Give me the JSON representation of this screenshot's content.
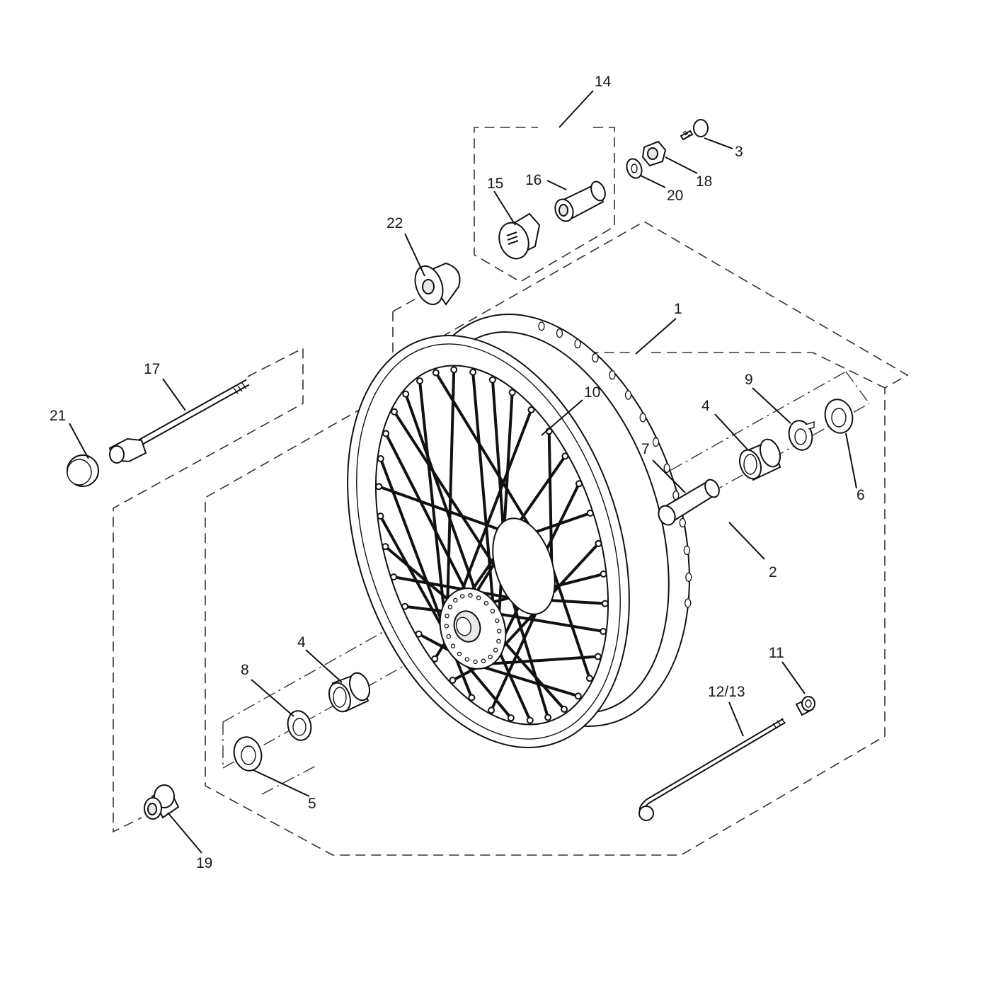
{
  "callouts": {
    "c1": "1",
    "c2": "2",
    "c3": "3",
    "c4a": "4",
    "c4b": "4",
    "c5": "5",
    "c6": "6",
    "c7": "7",
    "c8": "8",
    "c9": "9",
    "c10": "10",
    "c11": "11",
    "c12_13": "12/13",
    "c14": "14",
    "c15": "15",
    "c16": "16",
    "c17": "17",
    "c18": "18",
    "c19": "19",
    "c20": "20",
    "c21": "21",
    "c22": "22"
  },
  "colors": {
    "line": "#111111",
    "background": "#ffffff"
  }
}
